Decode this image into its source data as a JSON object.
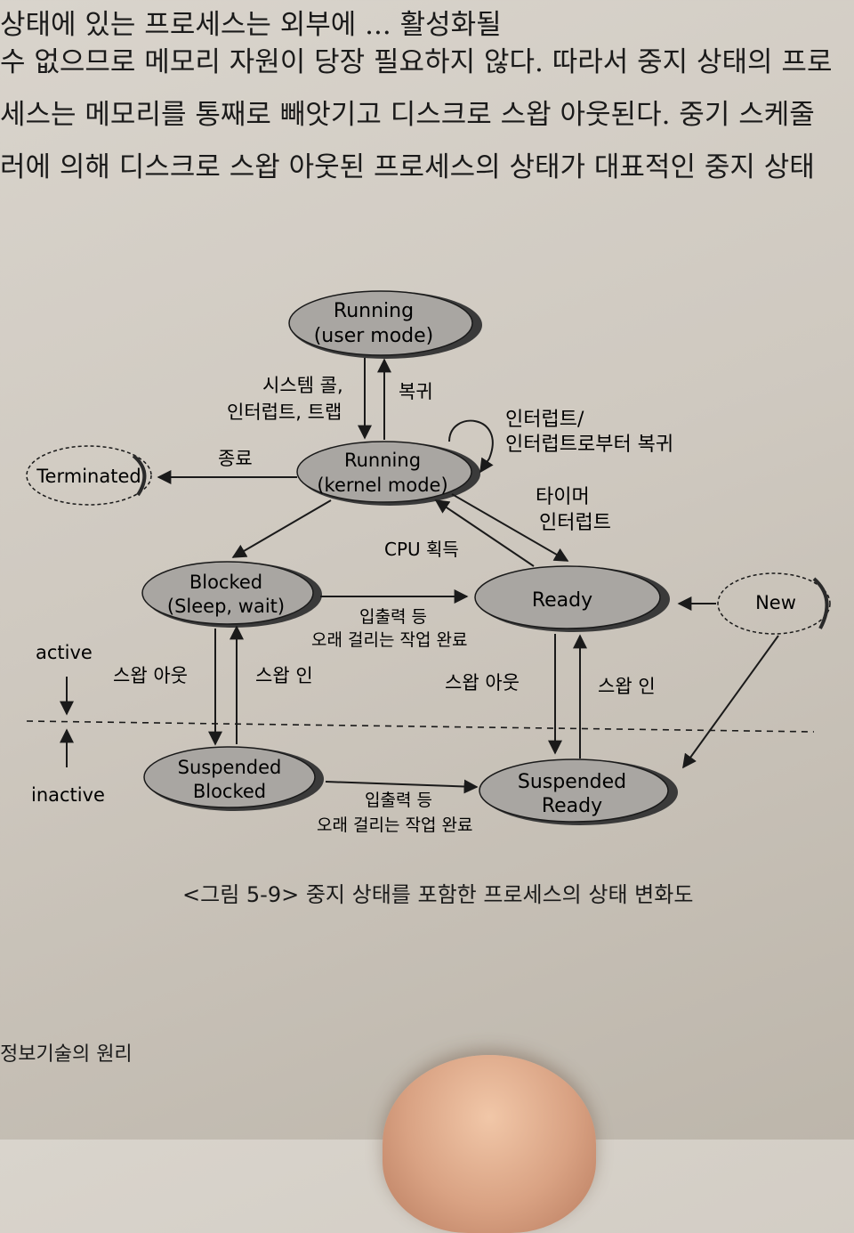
{
  "page": {
    "lines": [
      "상태에 있는 프로세스는 외부에 ... 활성화될",
      "수 없으므로 메모리 자원이 당장 필요하지 않다. 따라서 중지 상태의 프로",
      "세스는 메모리를 통째로 빼앗기고 디스크로 스왑 아웃된다. 중기 스케줄",
      "러에 의해 디스크로 스왑 아웃된 프로세스의 상태가 대표적인 중지 상태",
      ""
    ]
  },
  "diagram": {
    "states": {
      "running_user": [
        "Running",
        "(user mode)"
      ],
      "running_kernel": [
        "Running",
        "(kernel mode)"
      ],
      "terminated": "Terminated",
      "blocked": [
        "Blocked",
        "(Sleep, wait)"
      ],
      "ready": "Ready",
      "new": "New",
      "suspended_blocked": [
        "Suspended",
        "Blocked"
      ],
      "suspended_ready": [
        "Suspended",
        "Ready"
      ]
    },
    "labels": {
      "syscall": [
        "시스템 콜,",
        "인터럽트, 트랩"
      ],
      "return": "복귀",
      "interrupt_return": [
        "인터럽트/",
        "인터럽트로부터 복귀"
      ],
      "exit": "종료",
      "timer": [
        "타이머",
        "인터럽트"
      ],
      "cpu": "CPU 획득",
      "io_done_1": [
        "입출력 등",
        "오래 걸리는 작업 완료"
      ],
      "swap_out_1": "스왑 아웃",
      "swap_in_1": "스왑 인",
      "swap_out_2": "스왑 아웃",
      "swap_in_2": "스왑 인",
      "io_done_2": [
        "입출력 등",
        "오래 걸리는 작업 완료"
      ],
      "active": "active",
      "inactive": "inactive"
    }
  },
  "caption": "<그림 5-9> 중지 상태를 포함한 프로세스의 상태 변화도",
  "footer": "정보기술의 원리"
}
